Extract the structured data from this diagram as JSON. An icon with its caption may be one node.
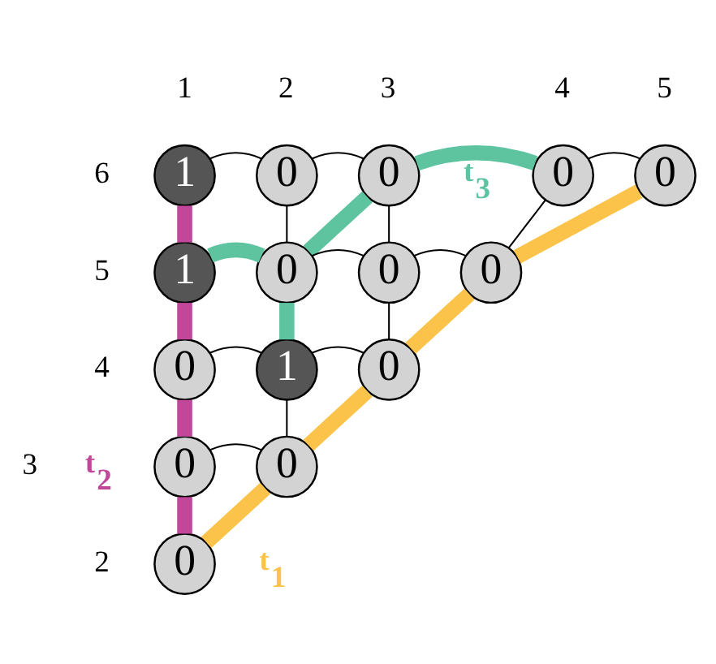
{
  "diagram": {
    "nodes": [
      {
        "text": [
          "1"
        ]
      },
      {
        "text": [
          "0"
        ]
      },
      {
        "text": [
          "0"
        ]
      },
      {
        "text": [
          "0"
        ]
      },
      {
        "text": [
          "0"
        ]
      },
      {
        "text": [
          "1"
        ]
      },
      {
        "text": [
          "0"
        ]
      },
      {
        "text": [
          "0"
        ]
      },
      {
        "text": [
          "0"
        ]
      },
      {
        "text": [
          "0"
        ]
      },
      {
        "text": [
          "1"
        ]
      },
      {
        "text": [
          "0"
        ]
      },
      {
        "text": [
          "0"
        ]
      },
      {
        "text": [
          "0"
        ]
      },
      {
        "text": [
          "0"
        ]
      }
    ],
    "edges": [
      {
        "from": 0,
        "to": 1,
        "arrow": "none"
      },
      {
        "from": 1,
        "to": 2,
        "arrow": "none"
      },
      {
        "from": 2,
        "to": 3,
        "arrow": "none",
        "style": "thick",
        "color": "#5ec4a0"
      },
      {
        "from": 3,
        "to": 4,
        "arrow": "none"
      },
      {
        "from": 5,
        "to": 6,
        "arrow": "none",
        "style": "thick",
        "color": "#5ec4a0"
      },
      {
        "from": 6,
        "to": 7,
        "arrow": "none"
      },
      {
        "from": 7,
        "to": 8,
        "arrow": "none"
      },
      {
        "from": 9,
        "to": 10,
        "arrow": "none"
      },
      {
        "from": 10,
        "to": 11,
        "arrow": "none"
      },
      {
        "from": 12,
        "to": 13,
        "arrow": "none"
      },
      {
        "from": 0,
        "to": 5,
        "arrow": "none",
        "style": "thick",
        "color": "#c0479a"
      },
      {
        "from": 5,
        "to": 9,
        "arrow": "none",
        "style": "thick",
        "color": "#c0479a"
      },
      {
        "from": 9,
        "to": 12,
        "arrow": "none",
        "style": "thick",
        "color": "#c0479a"
      },
      {
        "from": 12,
        "to": 14,
        "arrow": "none",
        "style": "thick",
        "color": "#c0479a"
      },
      {
        "from": 1,
        "to": 6,
        "arrow": "none"
      },
      {
        "from": 6,
        "to": 10,
        "arrow": "none",
        "style": "thick",
        "color": "#5ec4a0"
      },
      {
        "from": 10,
        "to": 13,
        "arrow": "none"
      },
      {
        "from": 2,
        "to": 7,
        "arrow": "none"
      },
      {
        "from": 7,
        "to": 11,
        "arrow": "none"
      },
      {
        "from": 3,
        "to": 8,
        "arrow": "none"
      },
      {
        "from": 6,
        "to": 2,
        "arrow": "none",
        "style": "thick",
        "color": "#5ec4a0"
      },
      {
        "from": 14,
        "to": 13,
        "arrow": "none",
        "style": "thick",
        "color": "#fcc34a"
      },
      {
        "from": 13,
        "to": 11,
        "arrow": "none",
        "style": "thick",
        "color": "#fcc34a"
      },
      {
        "from": 11,
        "to": 8,
        "arrow": "none",
        "style": "thick",
        "color": "#fcc34a"
      },
      {
        "from": 8,
        "to": 4,
        "arrow": "none",
        "style": "thick",
        "color": "#fcc34a"
      }
    ],
    "labels": [
      "1",
      "2",
      "3",
      "4",
      "5",
      "6",
      "5",
      "4",
      "3",
      "2",
      "t$_{1}$",
      "t$_{2}$",
      "t$_{3}$"
    ]
  }
}
